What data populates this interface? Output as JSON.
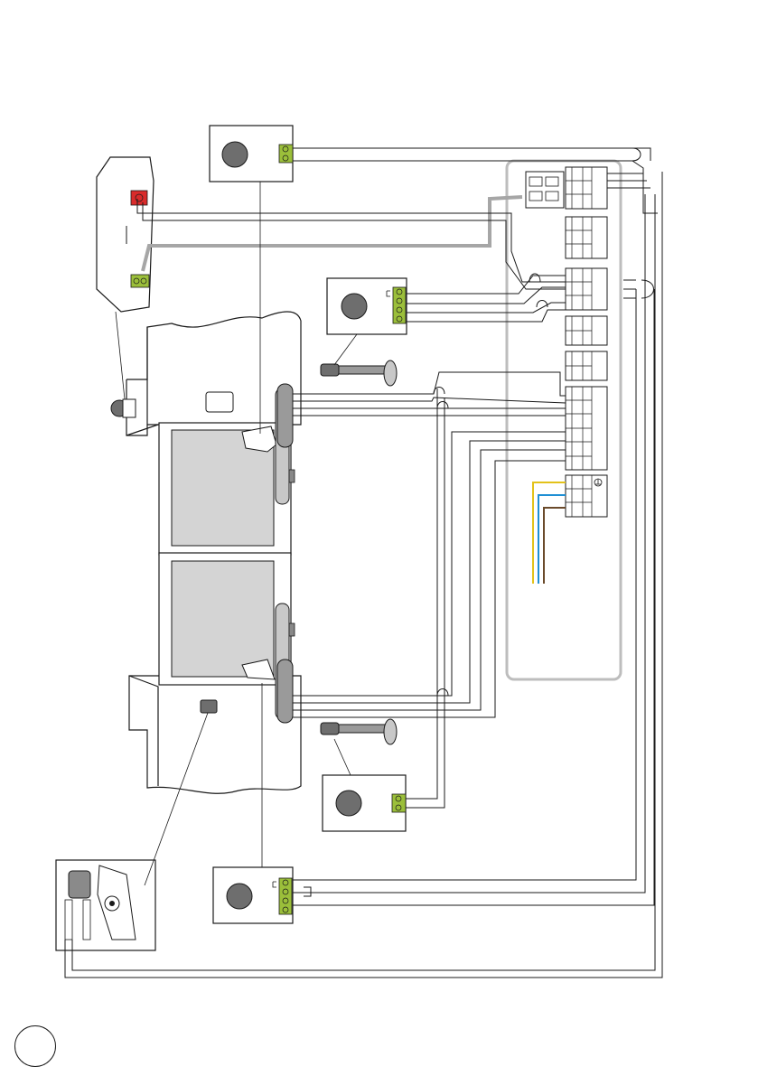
{
  "page": {
    "number": ""
  },
  "colors": {
    "terminal_green": "#9bbf3a",
    "lamp_red": "#d92b2b",
    "panel_gray": "#d4d4d4",
    "lens_gray": "#6e6e6e",
    "board_outline": "#bdbdbd",
    "wire_black": "#1a1a1a",
    "wire_yellow_green": "#e3c21a",
    "wire_blue": "#1f8fd4",
    "wire_brown": "#6b4a2b",
    "signal_cable": "#a6a6a6"
  },
  "components": [
    {
      "id": "photocell-transmitter-top",
      "icon": "photocell-icon"
    },
    {
      "id": "photocell-receiver-top",
      "icon": "photocell-icon"
    },
    {
      "id": "photocell-transmitter-bottom",
      "icon": "photocell-icon"
    },
    {
      "id": "photocell-receiver-bottom",
      "icon": "photocell-icon"
    },
    {
      "id": "flashing-lamp",
      "icon": "flashing-lamp-icon"
    },
    {
      "id": "key-selector",
      "icon": "key-switch-icon"
    },
    {
      "id": "gate-motor-left",
      "icon": "motor-icon"
    },
    {
      "id": "gate-motor-right",
      "icon": "motor-icon"
    },
    {
      "id": "control-board",
      "icon": "terminal-board-icon"
    },
    {
      "id": "ground-terminal",
      "icon": "ground-icon"
    }
  ]
}
